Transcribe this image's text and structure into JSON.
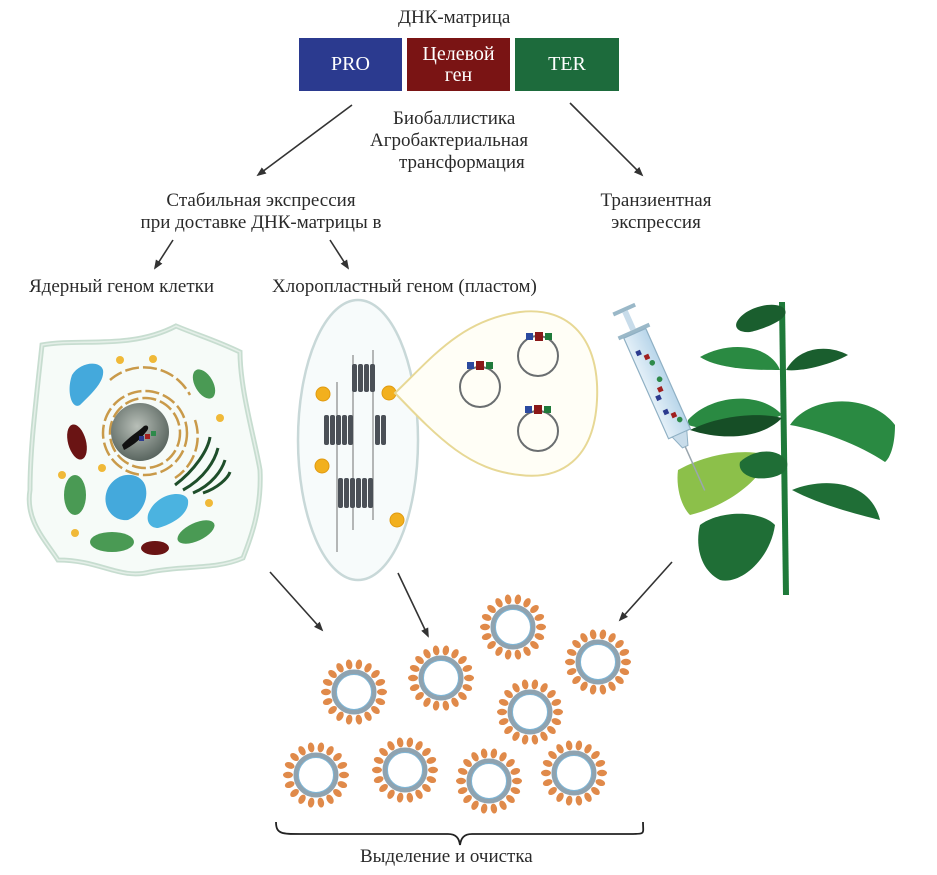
{
  "title": "ДНК-матрица",
  "construct": [
    {
      "label": "PRO",
      "color": "#2b3a8f"
    },
    {
      "label": "Целевой ген",
      "line1": "Целевой",
      "line2": "ген",
      "color": "#7a1414"
    },
    {
      "label": "TER",
      "color": "#1d6b3c"
    }
  ],
  "methods": [
    "Биобаллистика",
    "Агробактериальная",
    "трансформация"
  ],
  "stable": {
    "line1": "Стабильная экспрессия",
    "line2": "при доставке ДНК-матрицы в"
  },
  "transient": {
    "line1": "Транзиентная",
    "line2": "экспрессия"
  },
  "nuclear": "Ядерный геном клетки",
  "chloroplast": "Хлоропластный геном (пластом)",
  "result": "Выделение и очистка",
  "colors": {
    "virus_spike": "#e08a4a",
    "virus_shell": "#8fa3b0",
    "plastid_dot": "#f2b01e",
    "leaf_dark": "#1f6e36",
    "leaf_light": "#2e9a4a",
    "leaf_infiltrated": "#8cc04a"
  }
}
